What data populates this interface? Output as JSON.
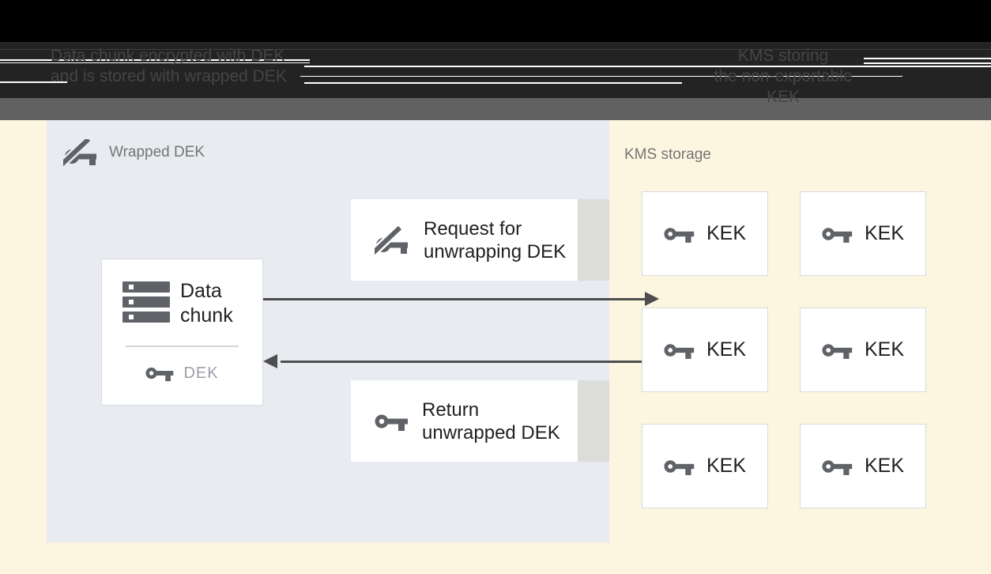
{
  "header": {
    "left_caption_line1": "Data chunk encrypted with DEK",
    "left_caption_line2": "and is stored with wrapped DEK",
    "right_caption_line1": "KMS storing",
    "right_caption_line2": "the non-exportable KEK"
  },
  "wrapped_dek_panel": {
    "label": "Wrapped DEK",
    "data_chunk_box": {
      "title": "Data chunk",
      "key_label": "DEK"
    },
    "request_box": {
      "label": "Request for unwrapping DEK"
    },
    "return_box": {
      "label": "Return unwrapped DEK"
    }
  },
  "kms_panel": {
    "label": "KMS storage",
    "keks": [
      "KEK",
      "KEK",
      "KEK",
      "KEK",
      "KEK",
      "KEK"
    ]
  },
  "icons": {
    "wrapped_key": "key-with-wrap-band",
    "plain_key": "key",
    "data_chunk": "stacked-storage-bars"
  },
  "colors": {
    "page_bg": "#fcf5e0",
    "panel_bg": "#e8ebf0",
    "header_black": "#000000",
    "header_dark": "#232323",
    "header_gray": "#616161",
    "header_text": "#454545",
    "box_border": "#d9dbde",
    "box_side_strip": "#dcdcda",
    "icon_gray": "#5f6368",
    "muted_text": "#757575",
    "dek_text": "#9aa0a6",
    "dark_text": "#212121",
    "arrow": "#4e4e4e"
  }
}
